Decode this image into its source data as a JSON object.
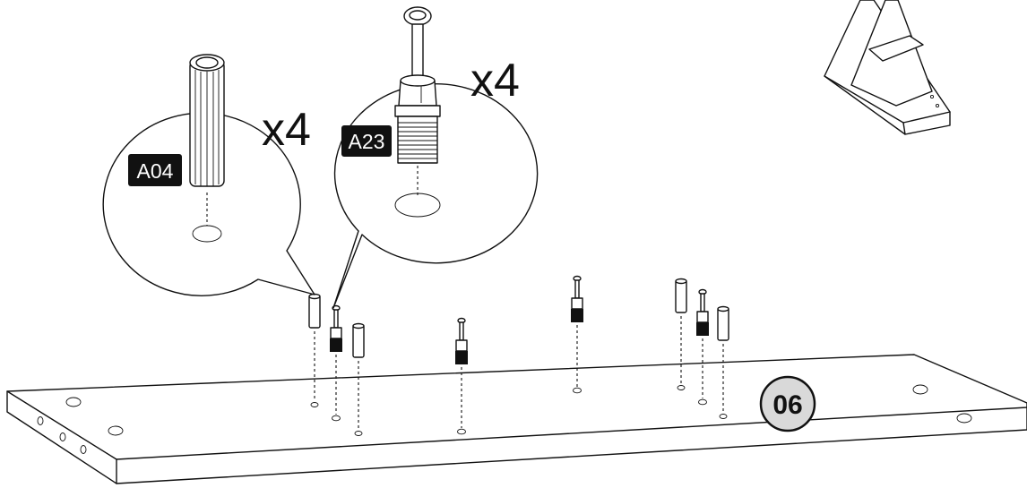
{
  "parts": [
    {
      "code": "A04",
      "quantity_label": "x4"
    },
    {
      "code": "A23",
      "quantity_label": "x4"
    }
  ],
  "step_number": "06",
  "colors": {
    "line": "#111111",
    "label_bg": "#111111",
    "step_badge_fill": "#d9d9d9"
  }
}
